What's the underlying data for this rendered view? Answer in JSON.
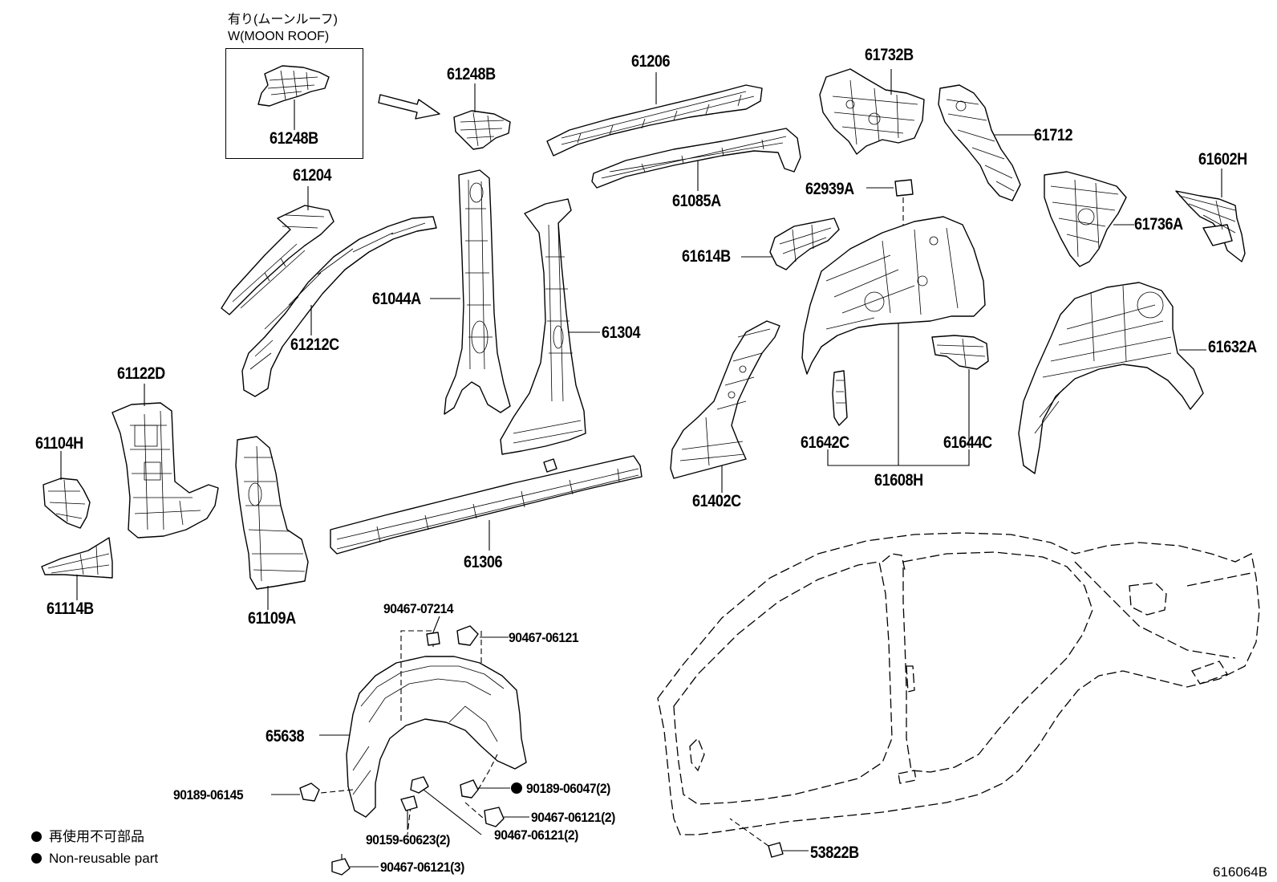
{
  "moon_roof": {
    "label_jp": "有り(ムーンルーフ)",
    "label_en": "W(MOON ROOF)"
  },
  "notes": {
    "jp": "再使用不可部品",
    "en": "Non-reusable part"
  },
  "diagram_ref": "616064B",
  "labels": {
    "p61248B_box": "61248B",
    "p61248B": "61248B",
    "p61206": "61206",
    "p61732B": "61732B",
    "p61712": "61712",
    "p61602H": "61602H",
    "p61204": "61204",
    "p61085A": "61085A",
    "p62939A": "62939A",
    "p61736A": "61736A",
    "p61614B": "61614B",
    "p61044A": "61044A",
    "p61304": "61304",
    "p61212C": "61212C",
    "p61632A": "61632A",
    "p61122D": "61122D",
    "p61104H": "61104H",
    "p61642C": "61642C",
    "p61644C": "61644C",
    "p61608H": "61608H",
    "p61402C": "61402C",
    "p61114B": "61114B",
    "p61306": "61306",
    "p61109A": "61109A",
    "p90467_07214": "90467-07214",
    "p90467_06121": "90467-06121",
    "p65638": "65638",
    "p90189_06145": "90189-06145",
    "p90189_06047": "90189-06047(2)",
    "p90467_06121_2a": "90467-06121(2)",
    "p90467_06121_2b": "90467-06121(2)",
    "p90159_60623": "90159-60623(2)",
    "p90467_06121_3": "90467-06121(3)",
    "p53822B": "53822B"
  }
}
